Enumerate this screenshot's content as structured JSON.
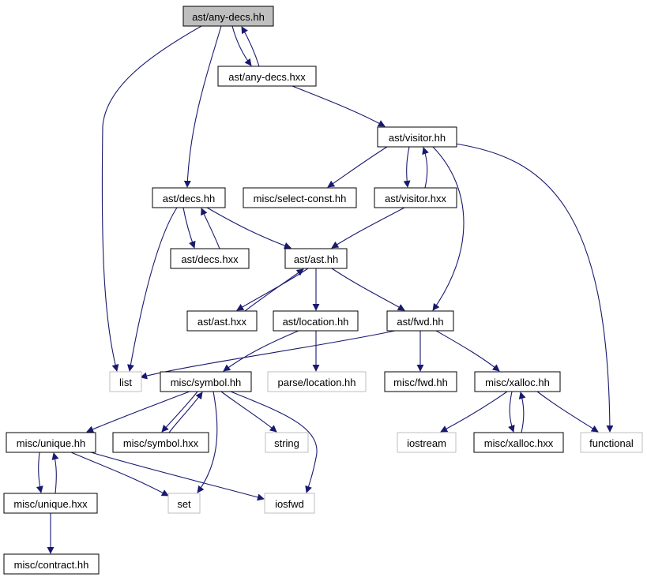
{
  "colors": {
    "edge": "#191970",
    "root_fill": "#bfbfbf",
    "node_border": "#000000",
    "external_border": "#bfbfbf",
    "external_text": "#7f7f7f"
  },
  "nodes": [
    {
      "id": "any-decs-hh",
      "label": "ast/any-decs.hh",
      "kind": "root"
    },
    {
      "id": "any-decs-hxx",
      "label": "ast/any-decs.hxx",
      "kind": "file"
    },
    {
      "id": "visitor-hh",
      "label": "ast/visitor.hh",
      "kind": "file"
    },
    {
      "id": "decs-hh",
      "label": "ast/decs.hh",
      "kind": "file"
    },
    {
      "id": "select-const-hh",
      "label": "misc/select-const.hh",
      "kind": "file"
    },
    {
      "id": "visitor-hxx",
      "label": "ast/visitor.hxx",
      "kind": "file"
    },
    {
      "id": "decs-hxx",
      "label": "ast/decs.hxx",
      "kind": "file"
    },
    {
      "id": "ast-hh",
      "label": "ast/ast.hh",
      "kind": "file"
    },
    {
      "id": "ast-hxx",
      "label": "ast/ast.hxx",
      "kind": "file"
    },
    {
      "id": "location-hh",
      "label": "ast/location.hh",
      "kind": "file"
    },
    {
      "id": "fwd-hh",
      "label": "ast/fwd.hh",
      "kind": "file"
    },
    {
      "id": "list",
      "label": "list",
      "kind": "external"
    },
    {
      "id": "symbol-hh",
      "label": "misc/symbol.hh",
      "kind": "file"
    },
    {
      "id": "parse-location-hh",
      "label": "parse/location.hh",
      "kind": "external"
    },
    {
      "id": "misc-fwd-hh",
      "label": "misc/fwd.hh",
      "kind": "file"
    },
    {
      "id": "xalloc-hh",
      "label": "misc/xalloc.hh",
      "kind": "file"
    },
    {
      "id": "unique-hh",
      "label": "misc/unique.hh",
      "kind": "file"
    },
    {
      "id": "symbol-hxx",
      "label": "misc/symbol.hxx",
      "kind": "file"
    },
    {
      "id": "string",
      "label": "string",
      "kind": "external"
    },
    {
      "id": "iostream",
      "label": "iostream",
      "kind": "external"
    },
    {
      "id": "xalloc-hxx",
      "label": "misc/xalloc.hxx",
      "kind": "file"
    },
    {
      "id": "functional",
      "label": "functional",
      "kind": "external"
    },
    {
      "id": "unique-hxx",
      "label": "misc/unique.hxx",
      "kind": "file"
    },
    {
      "id": "set",
      "label": "set",
      "kind": "external"
    },
    {
      "id": "iosfwd",
      "label": "iosfwd",
      "kind": "external"
    },
    {
      "id": "contract-hh",
      "label": "misc/contract.hh",
      "kind": "file"
    }
  ],
  "edges": [
    {
      "from": "any-decs-hh",
      "to": "list"
    },
    {
      "from": "any-decs-hh",
      "to": "decs-hh"
    },
    {
      "from": "any-decs-hh",
      "to": "any-decs-hxx"
    },
    {
      "from": "any-decs-hxx",
      "to": "any-decs-hh"
    },
    {
      "from": "any-decs-hxx",
      "to": "visitor-hh"
    },
    {
      "from": "visitor-hh",
      "to": "select-const-hh"
    },
    {
      "from": "visitor-hh",
      "to": "visitor-hxx"
    },
    {
      "from": "visitor-hxx",
      "to": "visitor-hh"
    },
    {
      "from": "visitor-hh",
      "to": "fwd-hh"
    },
    {
      "from": "visitor-hh",
      "to": "functional"
    },
    {
      "from": "visitor-hxx",
      "to": "ast-hh"
    },
    {
      "from": "decs-hh",
      "to": "decs-hxx"
    },
    {
      "from": "decs-hxx",
      "to": "decs-hh"
    },
    {
      "from": "decs-hh",
      "to": "ast-hh"
    },
    {
      "from": "decs-hh",
      "to": "list"
    },
    {
      "from": "ast-hh",
      "to": "ast-hxx"
    },
    {
      "from": "ast-hxx",
      "to": "ast-hh"
    },
    {
      "from": "ast-hh",
      "to": "location-hh"
    },
    {
      "from": "ast-hh",
      "to": "fwd-hh"
    },
    {
      "from": "location-hh",
      "to": "symbol-hh"
    },
    {
      "from": "location-hh",
      "to": "parse-location-hh"
    },
    {
      "from": "fwd-hh",
      "to": "list"
    },
    {
      "from": "fwd-hh",
      "to": "misc-fwd-hh"
    },
    {
      "from": "fwd-hh",
      "to": "xalloc-hh"
    },
    {
      "from": "symbol-hh",
      "to": "unique-hh"
    },
    {
      "from": "symbol-hh",
      "to": "symbol-hxx"
    },
    {
      "from": "symbol-hxx",
      "to": "symbol-hh"
    },
    {
      "from": "symbol-hh",
      "to": "string"
    },
    {
      "from": "symbol-hh",
      "to": "set"
    },
    {
      "from": "symbol-hh",
      "to": "iosfwd"
    },
    {
      "from": "xalloc-hh",
      "to": "iostream"
    },
    {
      "from": "xalloc-hh",
      "to": "xalloc-hxx"
    },
    {
      "from": "xalloc-hxx",
      "to": "xalloc-hh"
    },
    {
      "from": "xalloc-hh",
      "to": "functional"
    },
    {
      "from": "unique-hh",
      "to": "unique-hxx"
    },
    {
      "from": "unique-hxx",
      "to": "unique-hh"
    },
    {
      "from": "unique-hh",
      "to": "set"
    },
    {
      "from": "unique-hh",
      "to": "iosfwd"
    },
    {
      "from": "unique-hxx",
      "to": "contract-hh"
    }
  ]
}
